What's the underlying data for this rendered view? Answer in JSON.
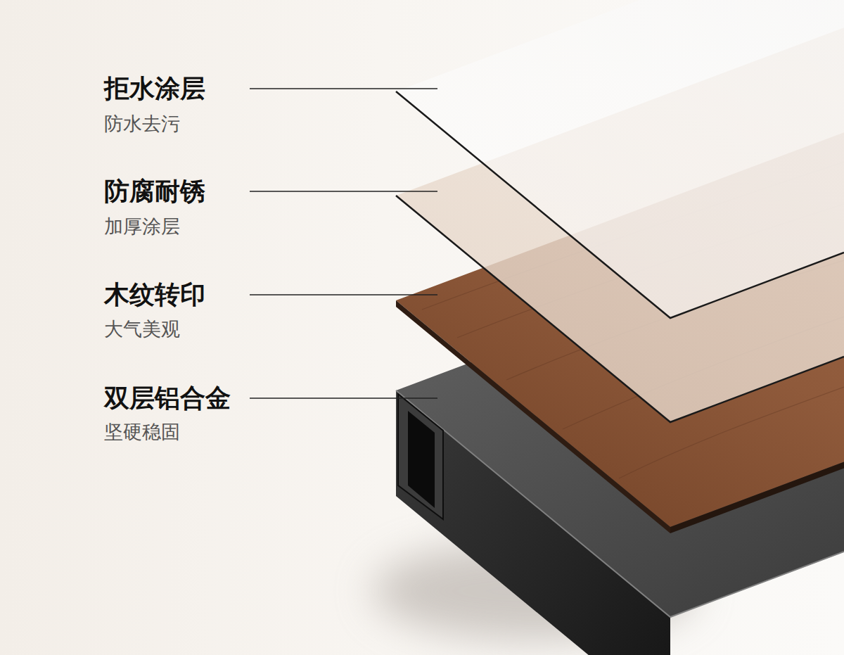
{
  "diagram": {
    "labels": [
      "拒水涂层",
      "防水去污",
      "防腐耐锈",
      "加厚涂层",
      "木纹转印",
      "大气美观",
      "双层铝合金",
      "坚硬稳固"
    ]
  }
}
